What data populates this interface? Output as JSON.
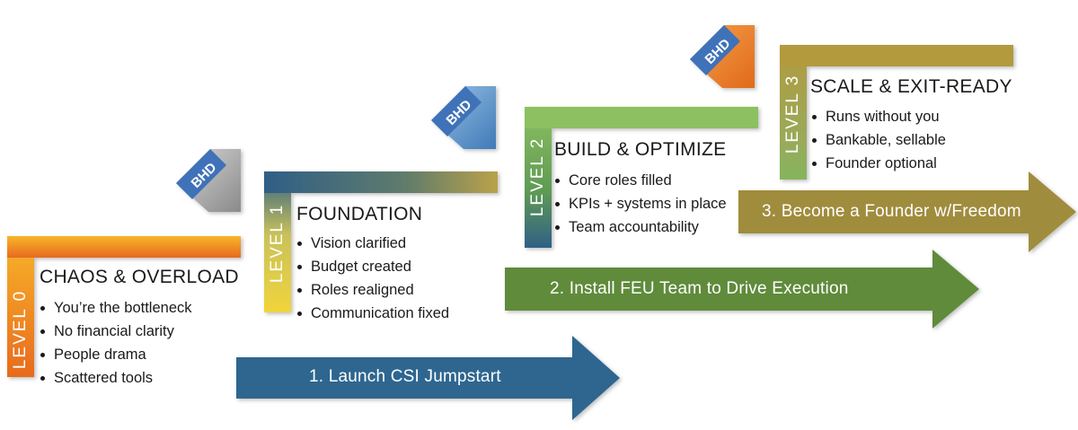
{
  "badge_text": "BHD",
  "levels": [
    {
      "vertical_label": "LEVEL 0",
      "title": "CHAOS & OVERLOAD",
      "bullets": [
        "You’re the bottleneck",
        "No financial clarity",
        "People drama",
        "Scattered tools"
      ],
      "color": "#f0a03a"
    },
    {
      "vertical_label": "LEVEL 1",
      "title": "FOUNDATION",
      "bullets": [
        "Vision clarified",
        "Budget created",
        "Roles realigned",
        "Communication fixed"
      ],
      "color": "#e8cf4a"
    },
    {
      "vertical_label": "LEVEL 2",
      "title": "BUILD & OPTIMIZE",
      "bullets": [
        "Core roles filled",
        "KPIs + systems in place",
        "Team accountability"
      ],
      "color": "#7fae4f"
    },
    {
      "vertical_label": "LEVEL 3",
      "title": "SCALE & EXIT-READY",
      "bullets": [
        "Runs without you",
        "Bankable, sellable",
        "Founder optional"
      ],
      "color": "#a89a4a"
    }
  ],
  "arrows": [
    {
      "label": "1. Launch CSI Jumpstart",
      "color": "#2f6690"
    },
    {
      "label": "2. Install FEU Team to Drive Execution",
      "color": "#5e8b3a"
    },
    {
      "label": "3. Become a Founder w/Freedom",
      "color": "#a08c3c"
    }
  ]
}
